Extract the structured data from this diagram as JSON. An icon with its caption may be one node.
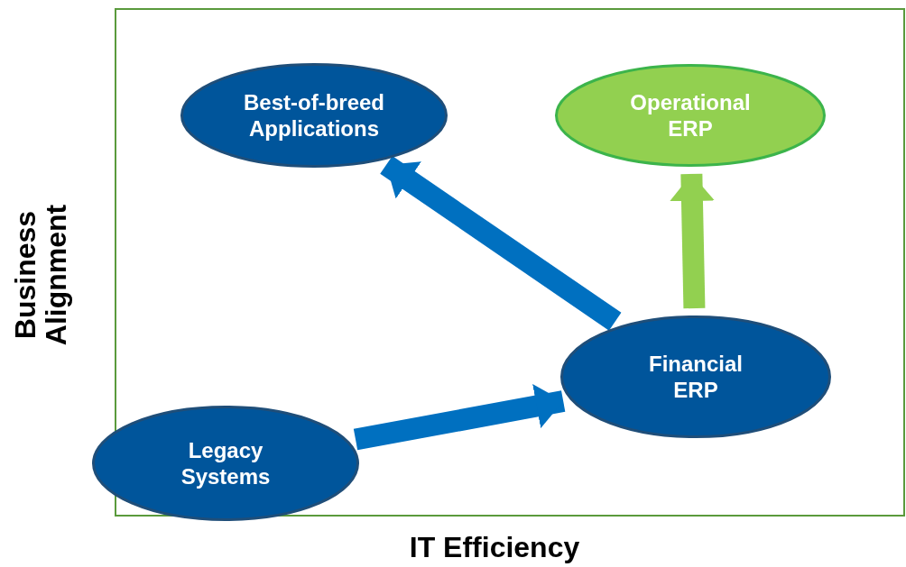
{
  "diagram": {
    "nodes": [
      {
        "text": [
          "Best-of-breed Applications"
        ]
      },
      {
        "text": [
          "Operational ERP"
        ]
      },
      {
        "text": [
          "Financial ERP"
        ]
      },
      {
        "text": [
          "Legacy Systems"
        ]
      }
    ],
    "edges": [
      {
        "from": 3,
        "to": 2,
        "arrow": "to"
      },
      {
        "from": 2,
        "to": 0,
        "arrow": "to"
      },
      {
        "from": 2,
        "to": 1,
        "arrow": "to",
        "color": "#92d050"
      }
    ],
    "labels": [
      "Business Alignment",
      "IT Efficiency"
    ]
  }
}
